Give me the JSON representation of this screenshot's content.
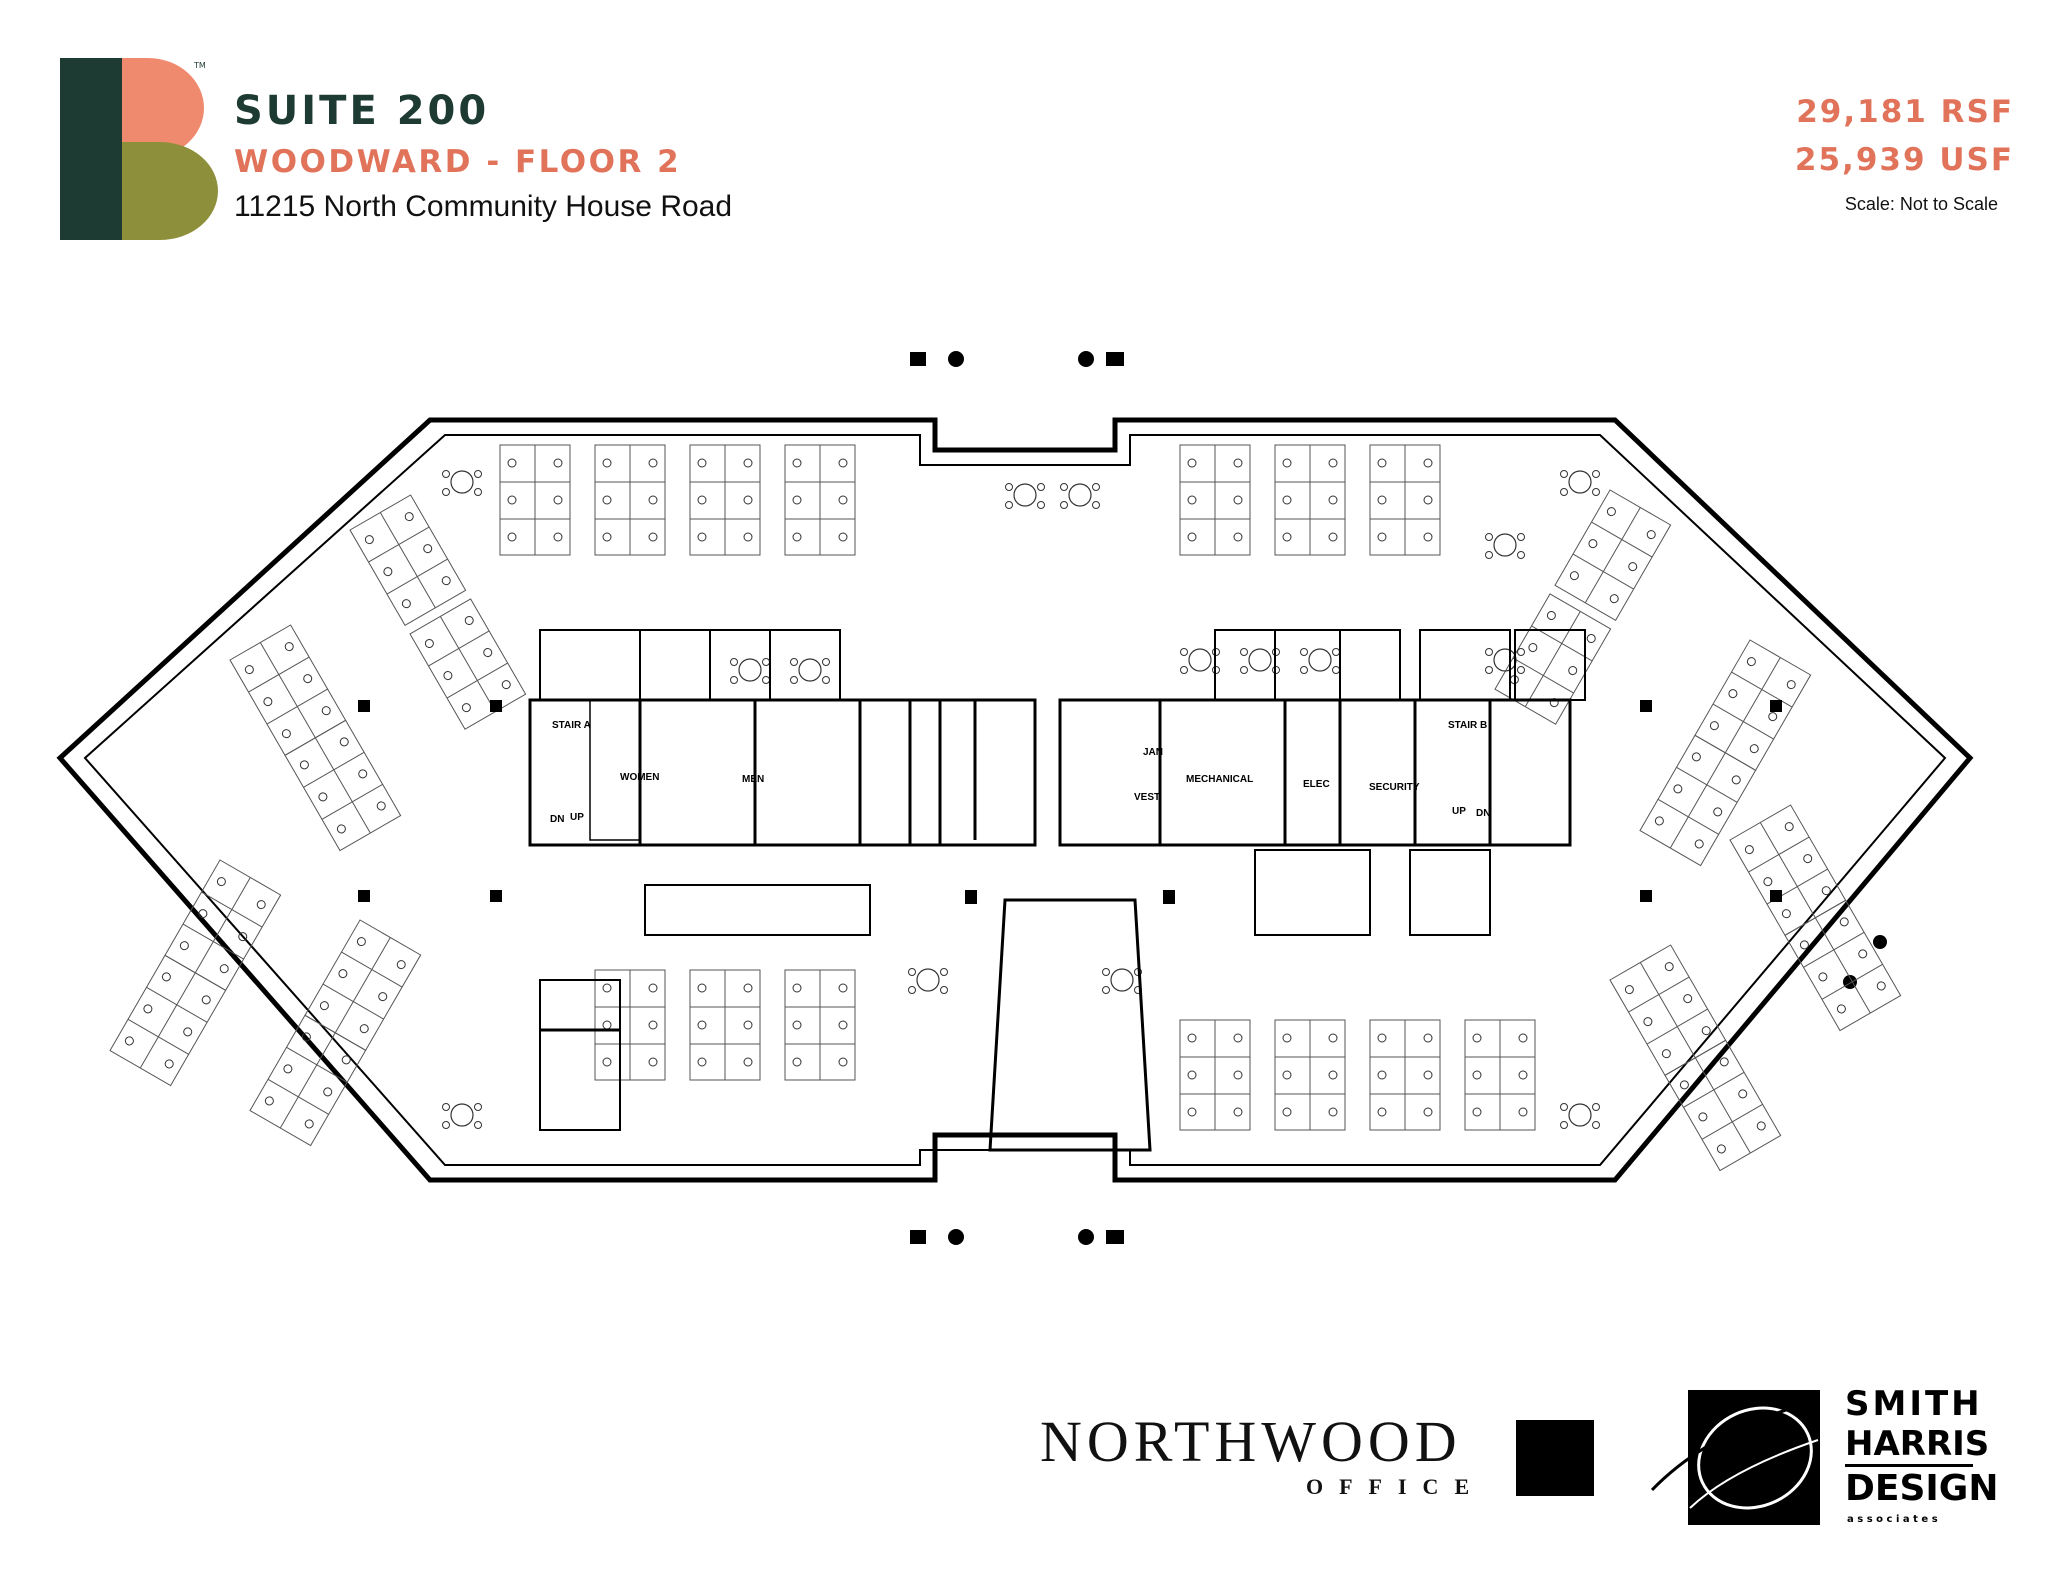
{
  "header": {
    "suite": "SUITE 200",
    "building": "WOODWARD - FLOOR 2",
    "address": "11215 North Community House Road",
    "rsf": "29,181 RSF",
    "usf": "25,939 USF",
    "scale": "Scale: Not to Scale"
  },
  "colors": {
    "brand_dark": "#1d3b33",
    "brand_coral": "#e0735a",
    "brand_olive": "#8e8f3a"
  },
  "rooms": {
    "stair_a": "STAIR A",
    "stair_b": "STAIR B",
    "women": "WOMEN",
    "men": "MEN",
    "jan": "JAN",
    "vest": "VEST",
    "mechanical": "MECHANICAL",
    "elec": "ELEC",
    "security": "SECURITY",
    "up": "UP",
    "dn": "DN"
  },
  "footer": {
    "northwood": "NORTHWOOD",
    "office": "OFFICE",
    "smith": "SMITH",
    "harris": "HARRIS",
    "design": "DESIGN",
    "associates": "associates"
  },
  "icons": {
    "brand_mark": "letter-b-logo",
    "architect_mark": "globe-square-logo"
  }
}
